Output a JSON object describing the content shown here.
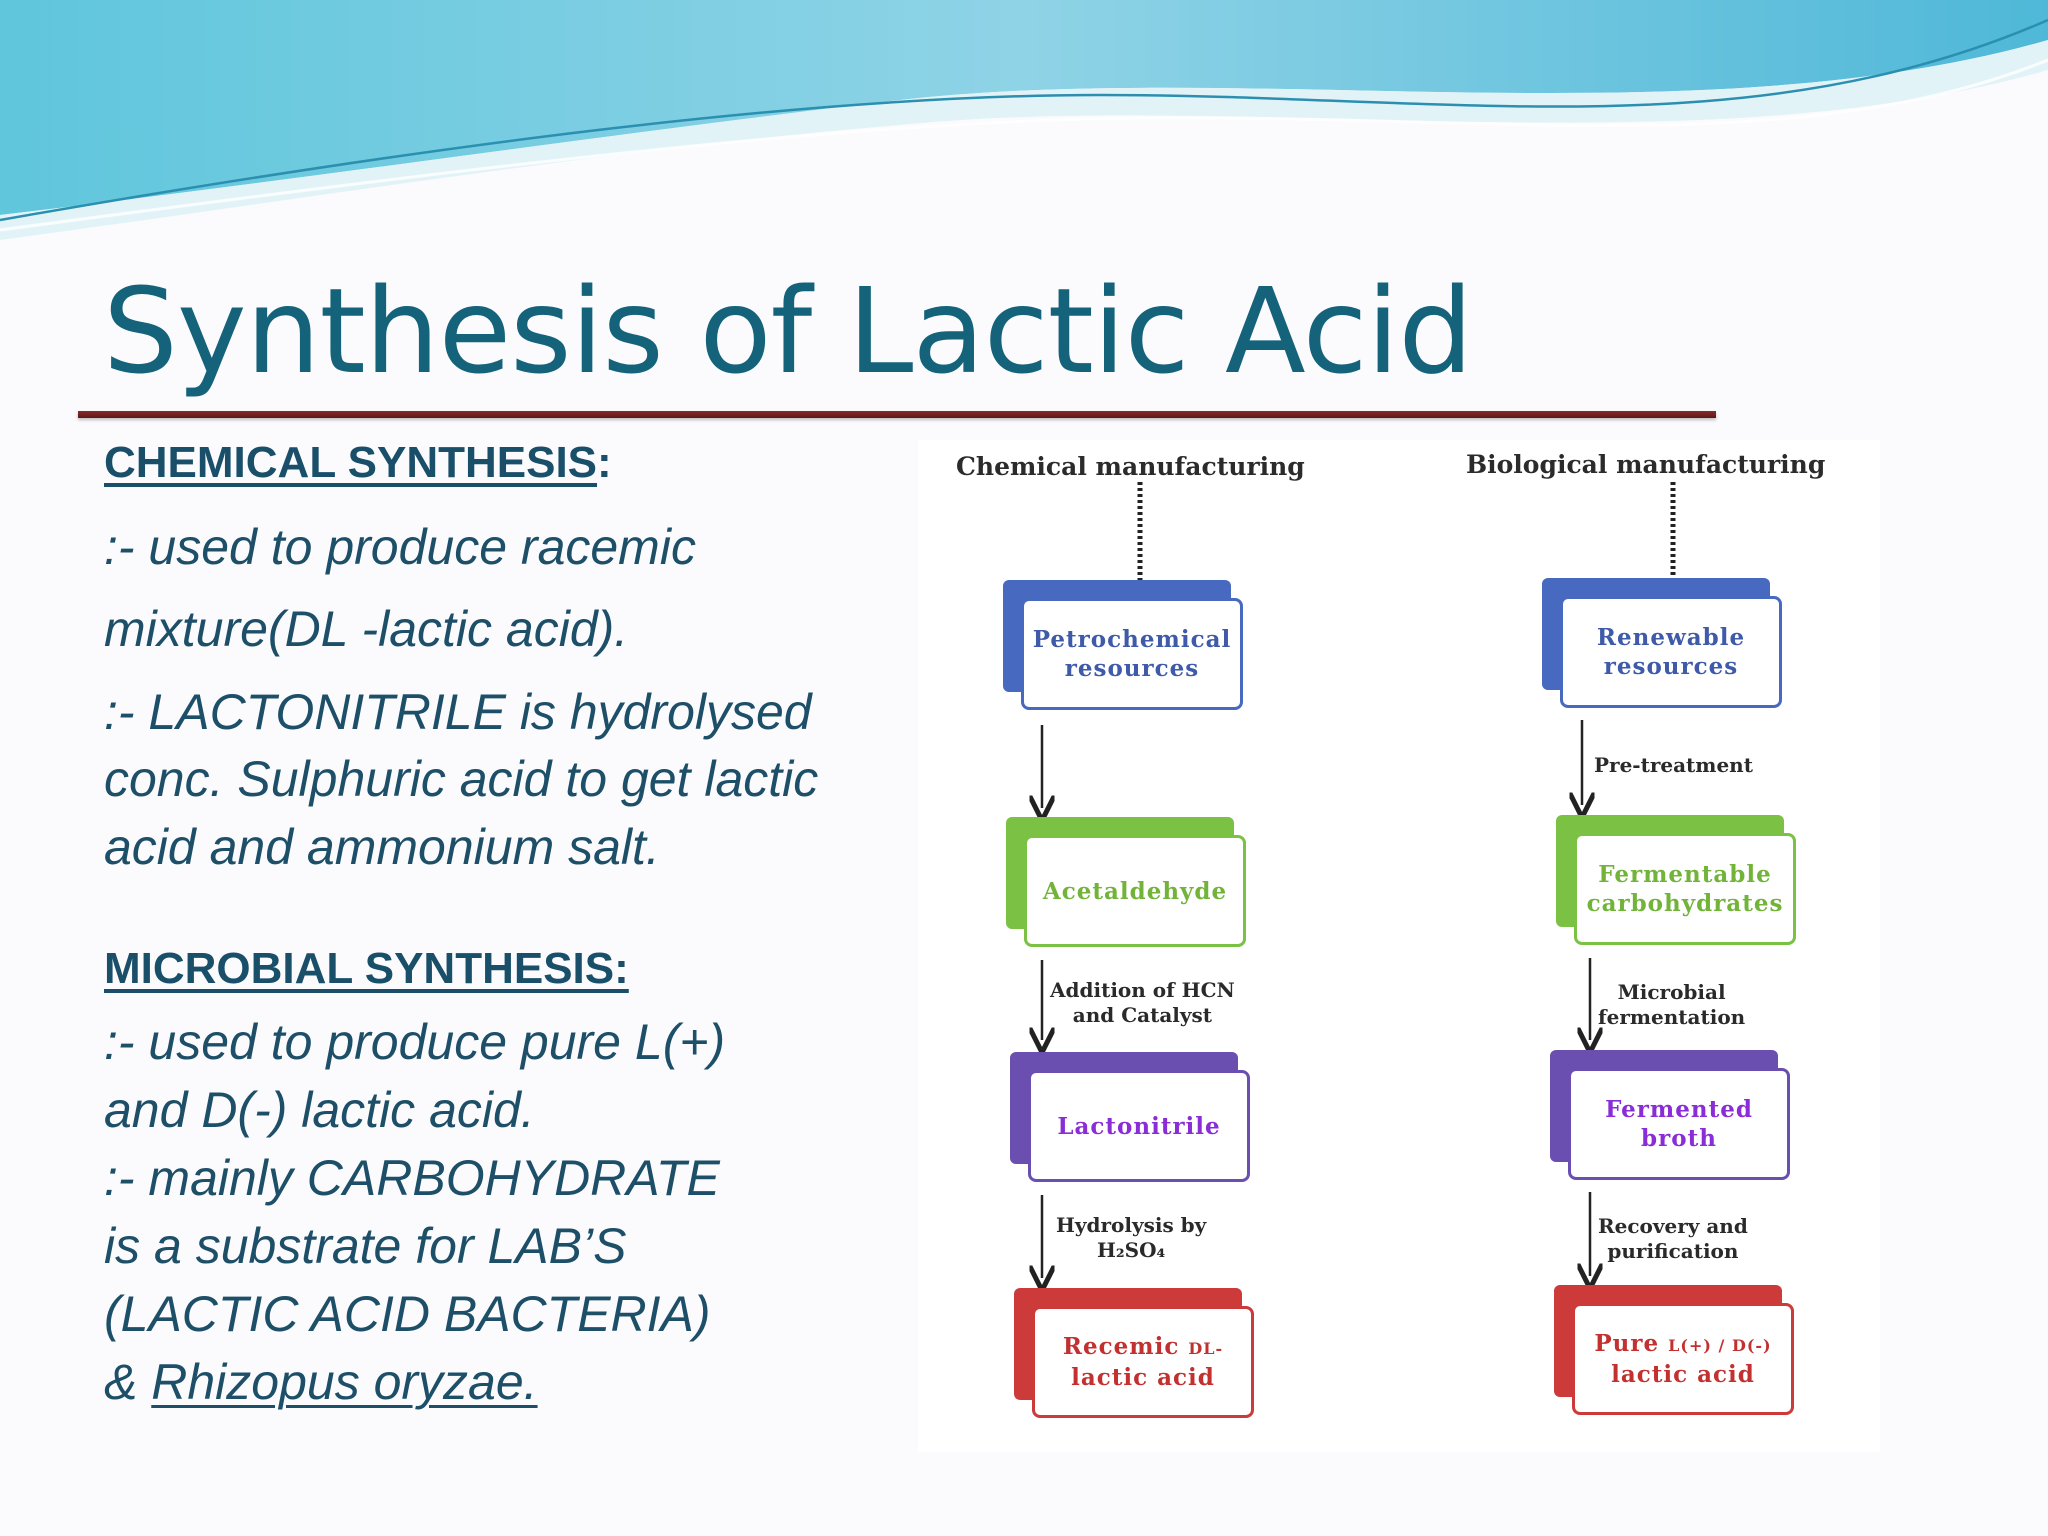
{
  "slide": {
    "title": "Synthesis of Lactic Acid"
  },
  "chemical": {
    "heading": "CHEMICAL SYNTHESIS",
    "colon": ":",
    "lines": [
      ":- used to produce racemic",
      "mixture(DL -lactic acid).",
      ":- LACTONITRILE is hydrolysed",
      "conc. Sulphuric acid to get  lactic",
      "acid and ammonium salt."
    ]
  },
  "microbial": {
    "heading": "MICROBIAL SYNTHESIS:",
    "lines": [
      ":- used to produce pure L(+)",
      "and D(-) lactic acid.",
      ":- mainly CARBOHYDRATE",
      "is a substrate for LAB’S",
      "(LACTIC ACID BACTERIA)"
    ],
    "last_prefix": "& ",
    "organism": "Rhizopus oryzae."
  },
  "diagram": {
    "chemical_title": "Chemical manufacturing",
    "biological_title": "Biological manufacturing",
    "chem_boxes": [
      {
        "l1": "Petrochemical",
        "l2": "resources"
      },
      {
        "l1": "Acetaldehyde",
        "l2": ""
      },
      {
        "l1": "Lactonitrile",
        "l2": ""
      },
      {
        "l1": "Recemic ",
        "small": "DL-",
        "l2": "lactic acid"
      }
    ],
    "chem_steps": [
      {
        "l1": "Addition of HCN",
        "l2": "and Catalyst"
      },
      {
        "l1": "Hydrolysis by",
        "l2": "H₂SO₄"
      }
    ],
    "bio_boxes": [
      {
        "l1": "Renewable",
        "l2": "resources"
      },
      {
        "l1": "Fermentable",
        "l2": "carbohydrates"
      },
      {
        "l1": "Fermented",
        "l2": "broth"
      },
      {
        "l1": "Pure ",
        "small": "L(+) / D(-)",
        "l2": "lactic acid"
      }
    ],
    "bio_steps": [
      {
        "l1": "Pre-treatment",
        "l2": ""
      },
      {
        "l1": "Microbial",
        "l2": "fermentation"
      },
      {
        "l1": "Recovery and",
        "l2": "purification"
      }
    ]
  },
  "colors": {
    "title": "#15637a",
    "body_text": "#1e4f68",
    "rule": "#7a2220",
    "blue": "#4769bf",
    "green": "#7bc144",
    "purple": "#6b4fb0",
    "red": "#cc3a3a"
  }
}
